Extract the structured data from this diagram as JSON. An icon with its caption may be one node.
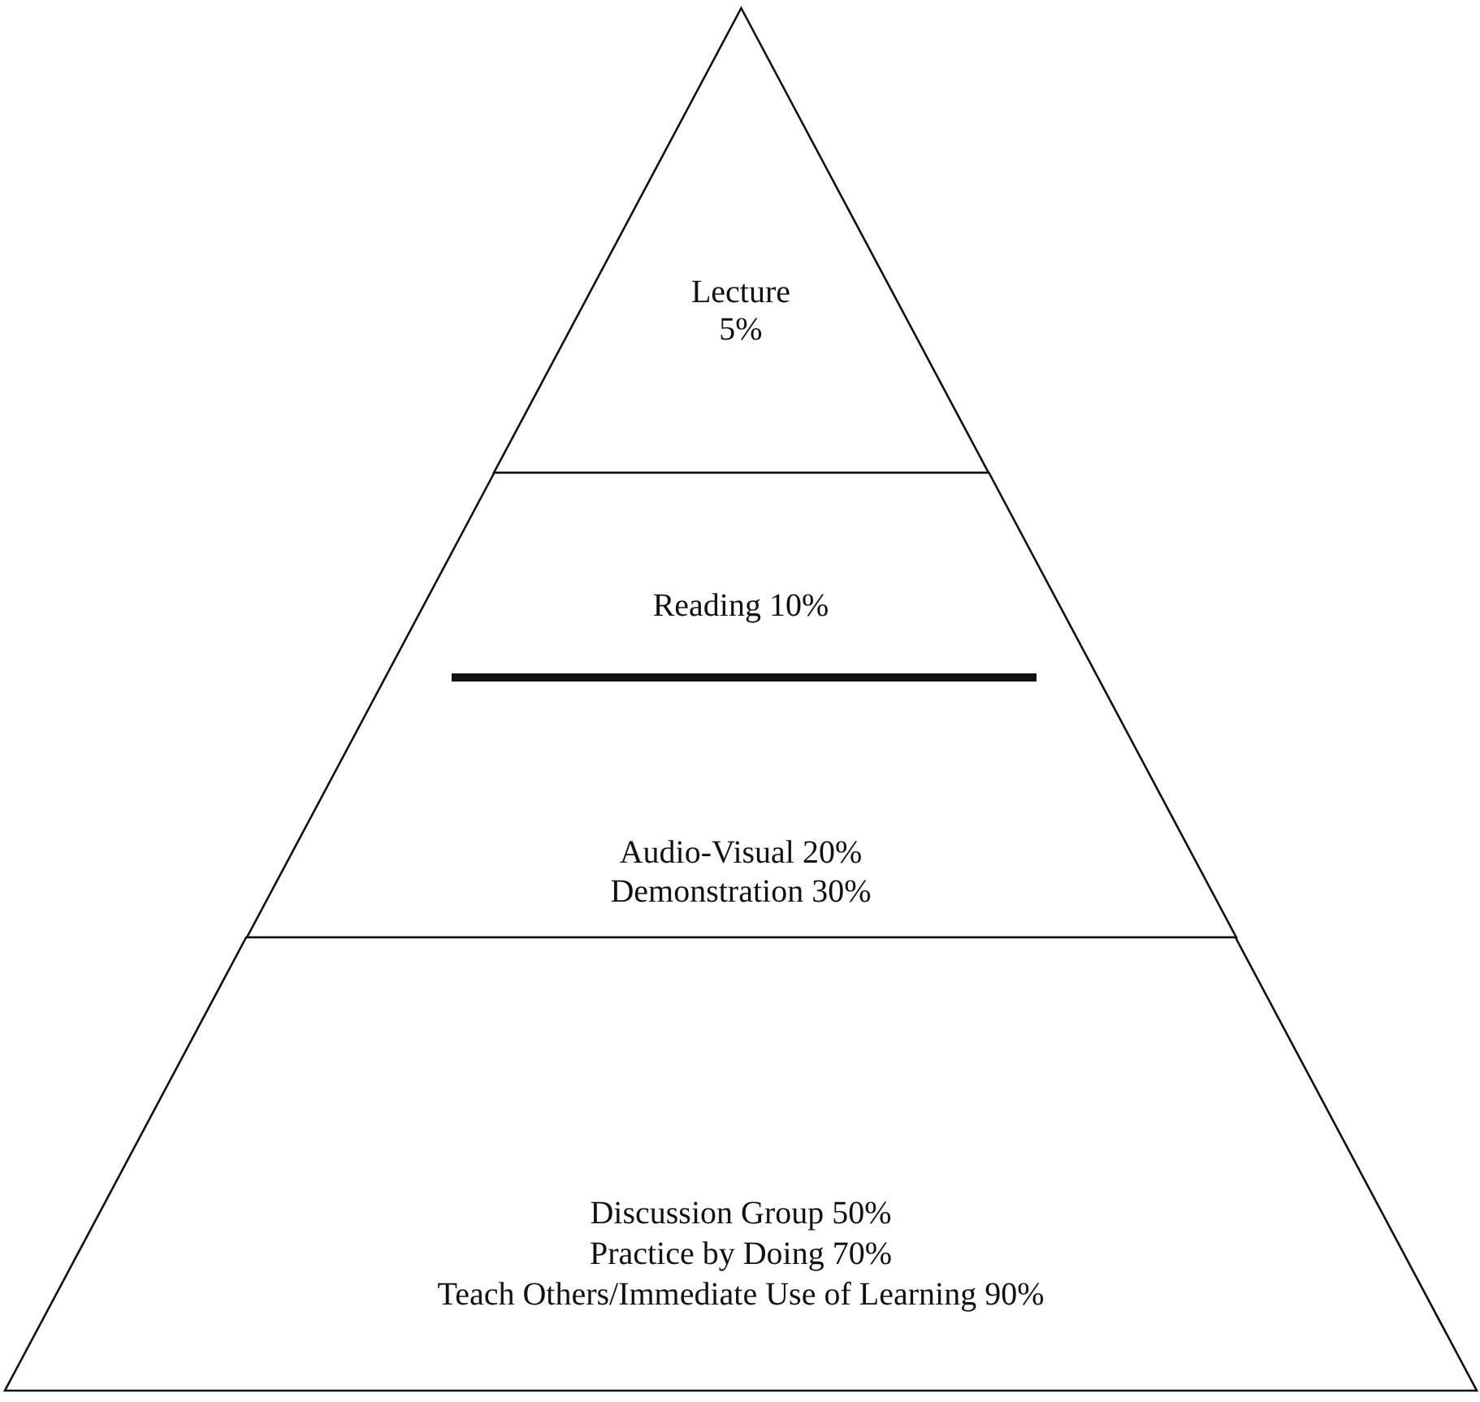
{
  "diagram": {
    "nodes": [
      {
        "text": [
          "Lecture",
          "5%"
        ]
      },
      {
        "text": [
          "Reading 10%",
          "Audio-Visual 20%",
          "Demonstration 30%"
        ]
      },
      {
        "text": [
          "Discussion Group 50%",
          "Practice by Doing 70%",
          "Teach Others/Immediate Use of Learning 90%"
        ]
      }
    ]
  }
}
